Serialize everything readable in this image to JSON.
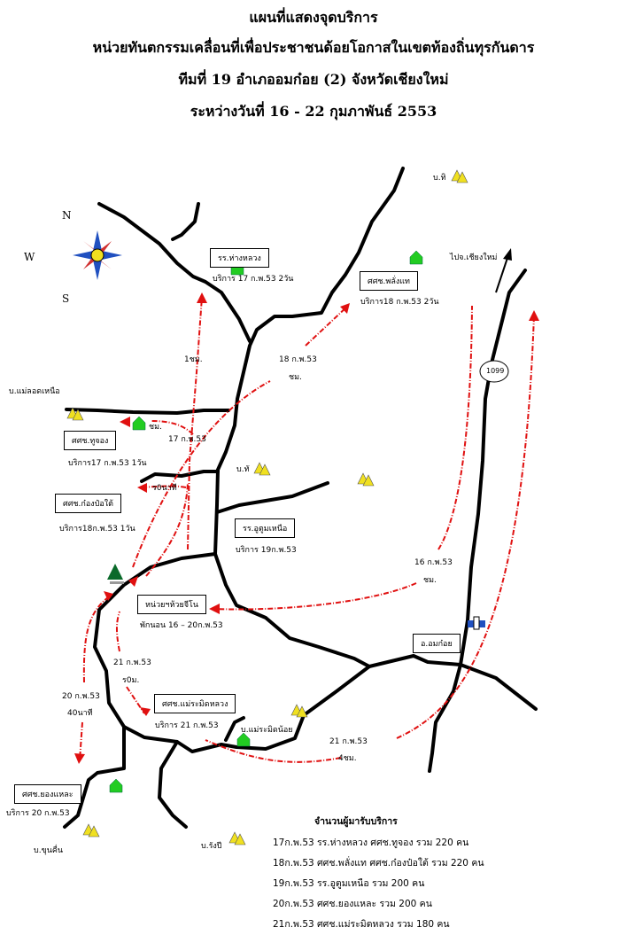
{
  "title": {
    "line1": "แผนที่แสดงจุดบริการ",
    "line2": "หน่วยทันตกรรมเคลื่อนที่เพื่อประชาชนด้อยโอกาสในเขตท้องถิ่นทุรกันดาร",
    "line3": "ทีมที่ 19  อำเภออมก๋อย (2) จังหวัดเชียงใหม่",
    "line4": "ระหว่างวันที่ 16 - 22 กุมภาพันธ์ 2553"
  },
  "compass": {
    "n": "N",
    "w": "W",
    "s": "S"
  },
  "places": {
    "ban_thi_top": "บ.ทิ",
    "to_chiangmai": "ไปจ.เชียงใหม่",
    "highway": "1099",
    "mae_lot_nuea": "บ.แม่ลอดเหนือ",
    "ban_tha": "บ.ทั",
    "mae_ramit_noi": "บ.แม่ระมิดน้อย",
    "khun_khun": "บ.ขุนคื่น",
    "rang_pi": "บ.รังปี",
    "omkoi": "อ.อมก๋อย"
  },
  "sites": [
    {
      "name": "รร.ห่างหลวง",
      "service": "บริการ  17 ก.พ.53  2วัน"
    },
    {
      "name": "ศศช.พลั่งแท",
      "service": "บริการ18 ก.พ.53 2วัน"
    },
    {
      "name": "ศศช.ทูจอง",
      "service": "บริการ17 ก.พ.53  1วัน"
    },
    {
      "name": "ศศช.ก๋องป๋อใต้",
      "service": "บริการ18ก.พ.53  1วัน"
    },
    {
      "name": "รร.อูตูมเหนือ",
      "service": "บริการ 19ก.พ.53"
    },
    {
      "name": "หน่วยฯห้วยจีโน",
      "service": "พักนอน 16 – 20ก.พ.53"
    },
    {
      "name": "ศศช.แม่ระมิดหลวง",
      "service": "บริการ 21 ก.พ.53"
    },
    {
      "name": "ศศช.ยองแหละ",
      "service": "บริการ 20 ก.พ.53"
    }
  ],
  "routes": {
    "r1": "1ชม.",
    "r2a": "18 ก.พ.53",
    "r2b": "ชม.",
    "r3a": "17 ก.พ.53",
    "r3b": "ชม.",
    "r4": "ร0นาที",
    "r5a": "16 ก.พ.53",
    "r5b": "ชม.",
    "r6a": "21 ก.พ.53",
    "r6b": "ร0ม.",
    "r7a": "20 ก.พ.53",
    "r7b": "40นาที",
    "r8a": "21 ก.พ.53",
    "r8b": "4ชม."
  },
  "legend": {
    "title": "จำนวนผู้มารับบริการ",
    "rows": [
      "17ก.พ.53   รร.ห่างหลวง ศศช.ทูจอง   รวม  220  คน",
      "18ก.พ.53   ศศช.พลั่งแท ศศช.ก๋องป๋อใต้ รวม  220  คน",
      "19ก.พ.53 รร.อูตูมเหนือ  รวม  200  คน",
      "20ก.พ.53   ศศช.ยองแหละ  รวม  200  คน",
      "21ก.พ.53 ศศช.แม่ระมิดหลวง  รวม  180  คน"
    ]
  },
  "colors": {
    "road": "#000000",
    "route": "#e01010",
    "house": "#22cc22",
    "village": "#f0e020"
  }
}
